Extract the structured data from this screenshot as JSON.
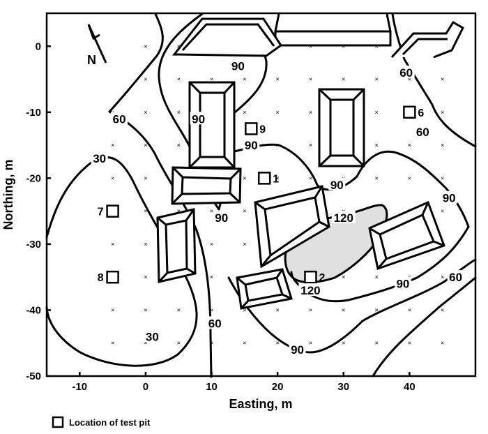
{
  "chart_data": {
    "type": "contour",
    "xlabel": "Easting, m",
    "ylabel": "Northing, m",
    "xlim": [
      -15,
      50
    ],
    "ylim": [
      -50,
      5
    ],
    "x_ticks": [
      "-10",
      "0",
      "10",
      "20",
      "30",
      "40"
    ],
    "x_tick_values": [
      -10,
      0,
      10,
      20,
      30,
      40
    ],
    "y_ticks": [
      "0",
      "-10",
      "-20",
      "-30",
      "-40",
      "-50"
    ],
    "y_tick_values": [
      0,
      -10,
      -20,
      -30,
      -40,
      -50
    ],
    "north_arrow": "N",
    "contour_levels": [
      30,
      60,
      90,
      120
    ],
    "highlighted_level": 120,
    "highlight_color": "#e0e0e0",
    "contour_labels": [
      {
        "text": "30",
        "x": -7,
        "y": -17
      },
      {
        "text": "30",
        "x": 1,
        "y": -44
      },
      {
        "text": "60",
        "x": -4,
        "y": -11
      },
      {
        "text": "60",
        "x": 10.5,
        "y": -42
      },
      {
        "text": "60",
        "x": 39.5,
        "y": -4
      },
      {
        "text": "60",
        "x": 42,
        "y": -13
      },
      {
        "text": "60",
        "x": 47,
        "y": -35
      },
      {
        "text": "90",
        "x": 14,
        "y": -3
      },
      {
        "text": "90",
        "x": 8,
        "y": -11
      },
      {
        "text": "90",
        "x": 11.5,
        "y": -26
      },
      {
        "text": "90",
        "x": 16,
        "y": -15
      },
      {
        "text": "90",
        "x": 29,
        "y": -21
      },
      {
        "text": "90",
        "x": 46,
        "y": -23
      },
      {
        "text": "90",
        "x": 39,
        "y": -36
      },
      {
        "text": "90",
        "x": 23,
        "y": -46
      },
      {
        "text": "120",
        "x": 30,
        "y": -26
      },
      {
        "text": "120",
        "x": 25,
        "y": -37
      }
    ],
    "test_pits": [
      {
        "id": "1",
        "x": 18,
        "y": -20
      },
      {
        "id": "2",
        "x": 25,
        "y": -35
      },
      {
        "id": "6",
        "x": 40,
        "y": -10
      },
      {
        "id": "7",
        "x": -5,
        "y": -25
      },
      {
        "id": "8",
        "x": -5,
        "y": -35
      },
      {
        "id": "9",
        "x": 16,
        "y": -12.5
      }
    ],
    "legend": [
      {
        "symbol": "square",
        "label": "Location of test pit"
      }
    ],
    "grid": false
  }
}
